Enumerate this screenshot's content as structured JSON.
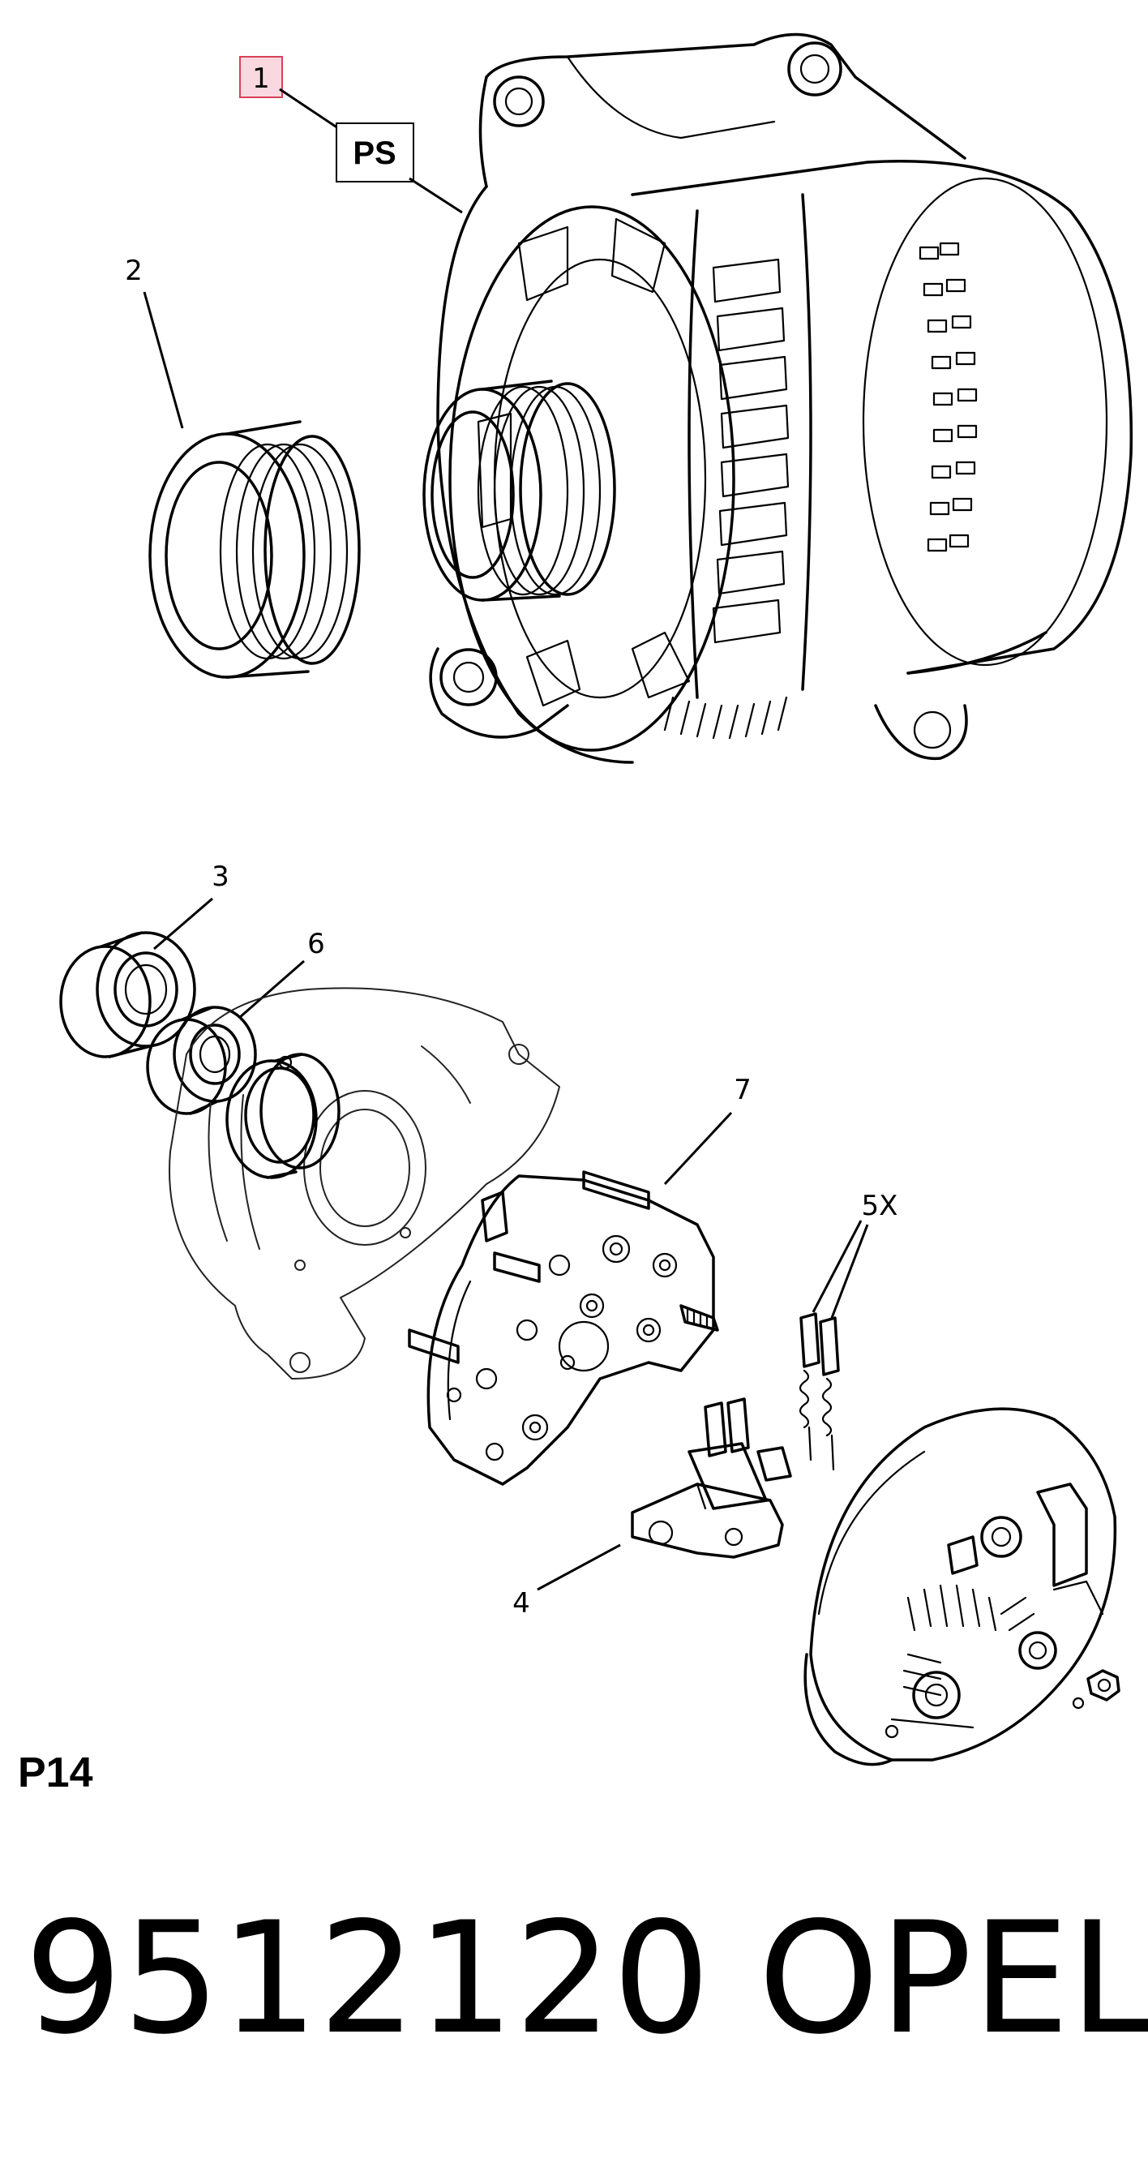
{
  "callouts": {
    "c1": "1",
    "ps": "PS",
    "c2": "2",
    "c3": "3",
    "c6": "6",
    "c7": "7",
    "c5x": "5X",
    "c4": "4"
  },
  "sheet_code": "P14",
  "part_number": "9512120",
  "brand": "OPEL",
  "colors": {
    "highlight_fill": "#f9d8e0",
    "highlight_stroke": "#d9405a",
    "line": "#000000"
  }
}
